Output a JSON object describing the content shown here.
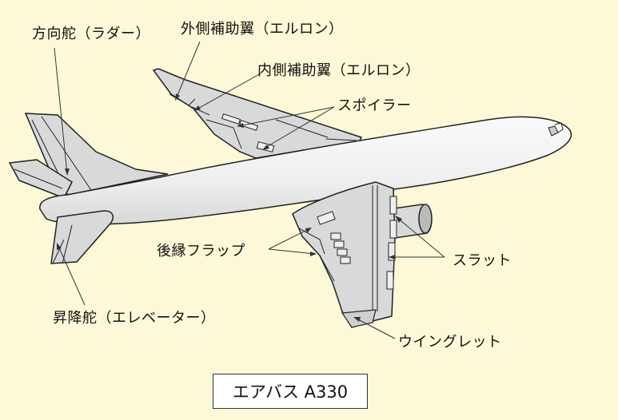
{
  "labels": {
    "rudder": "方向舵（ラダー）",
    "outer_aileron": "外側補助翼（エルロン）",
    "inner_aileron": "内側補助翼（エルロン）",
    "spoiler": "スポイラー",
    "flap": "後縁フラップ",
    "slat": "スラット",
    "elevator": "昇降舵（エレベーター）",
    "winglet": "ウイングレット"
  },
  "caption": "エアバス A330",
  "colors": {
    "background": "#fdf8d8",
    "fuselage": "#f2f2f2",
    "wing": "#d9d9d9",
    "outline": "#222222"
  }
}
